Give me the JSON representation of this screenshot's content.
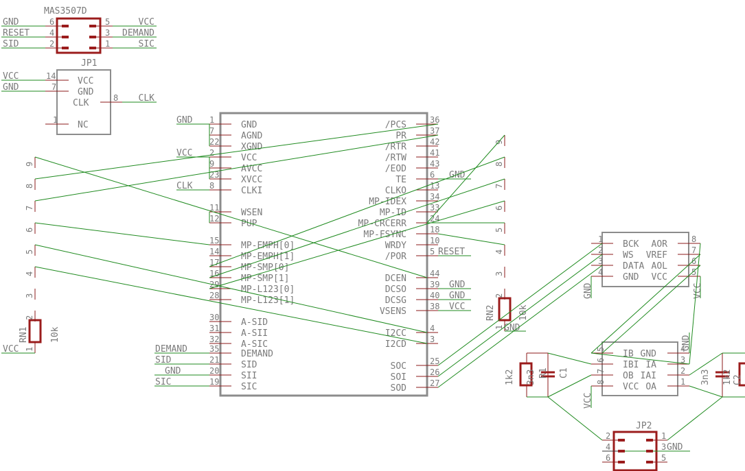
{
  "colors": {
    "wire": "#1e8a1e",
    "pin": "#8b1a1a",
    "body": "#8c8c8c",
    "part": "#9b1c1c",
    "text": "#7a7a7a"
  },
  "mas": {
    "title": "MAS3507D",
    "left": [
      {
        "num": "6",
        "net": "GND"
      },
      {
        "num": "4",
        "net": "RESET"
      },
      {
        "num": "2",
        "net": "SID"
      }
    ],
    "right": [
      {
        "num": "5",
        "net": "VCC"
      },
      {
        "num": "3",
        "net": "DEMAND"
      },
      {
        "num": "1",
        "net": "SIC"
      }
    ]
  },
  "jp1": {
    "title": "JP1",
    "pins": [
      {
        "num": "14",
        "name": "VCC",
        "net": "VCC"
      },
      {
        "num": "7",
        "name": "GND",
        "net": "GND"
      },
      {
        "num": "8",
        "name": "CLK",
        "net": "CLK"
      },
      {
        "num": "1",
        "name": "NC",
        "net": ""
      }
    ]
  },
  "ic": {
    "left": [
      {
        "num": "1",
        "name": "GND",
        "net": "GND"
      },
      {
        "num": "7",
        "name": "AGND",
        "net": ""
      },
      {
        "num": "22",
        "name": "XGND",
        "net": ""
      },
      {
        "num": "2",
        "name": "VCC",
        "net": "VCC"
      },
      {
        "num": "9",
        "name": "AVCC",
        "net": ""
      },
      {
        "num": "23",
        "name": "XVCC",
        "net": ""
      },
      {
        "num": "8",
        "name": "CLKI",
        "net": "CLK"
      },
      {
        "num": "11",
        "name": "WSEN",
        "net": ""
      },
      {
        "num": "12",
        "name": "PUP",
        "net": ""
      },
      {
        "num": "15",
        "name": "MP-EMPH[0]",
        "net": ""
      },
      {
        "num": "14",
        "name": "MP-EMPH[1]",
        "net": ""
      },
      {
        "num": "17",
        "name": "MP-SMP[0]",
        "net": ""
      },
      {
        "num": "16",
        "name": "MP-SMP[1]",
        "net": ""
      },
      {
        "num": "29",
        "name": "MP-L123[0]",
        "net": ""
      },
      {
        "num": "28",
        "name": "MP-L123[1]",
        "net": ""
      },
      {
        "num": "30",
        "name": "A-SID",
        "net": ""
      },
      {
        "num": "31",
        "name": "A-SII",
        "net": ""
      },
      {
        "num": "32",
        "name": "A-SIC",
        "net": ""
      },
      {
        "num": "35",
        "name": "DEMAND",
        "net": "DEMAND"
      },
      {
        "num": "21",
        "name": "SID",
        "net": "SID"
      },
      {
        "num": "20",
        "name": "SII",
        "net": "GND"
      },
      {
        "num": "19",
        "name": "SIC",
        "net": "SIC"
      }
    ],
    "right": [
      {
        "num": "36",
        "name": "/PCS",
        "net": ""
      },
      {
        "num": "37",
        "name": "PR",
        "net": ""
      },
      {
        "num": "42",
        "name": "/RTR",
        "net": ""
      },
      {
        "num": "41",
        "name": "/RTW",
        "net": ""
      },
      {
        "num": "43",
        "name": "/EOD",
        "net": ""
      },
      {
        "num": "6",
        "name": "TE",
        "net": "GND"
      },
      {
        "num": "13",
        "name": "CLKO",
        "net": ""
      },
      {
        "num": "34",
        "name": "MP-IDEX",
        "net": ""
      },
      {
        "num": "33",
        "name": "MP-ID",
        "net": ""
      },
      {
        "num": "24",
        "name": "MP-CRCERR",
        "net": ""
      },
      {
        "num": "18",
        "name": "MP-FSYNC",
        "net": ""
      },
      {
        "num": "10",
        "name": "WRDY",
        "net": ""
      },
      {
        "num": "5",
        "name": "/POR",
        "net": "RESET"
      },
      {
        "num": "44",
        "name": "DCEN",
        "net": ""
      },
      {
        "num": "39",
        "name": "DCSO",
        "net": "GND"
      },
      {
        "num": "40",
        "name": "DCSG",
        "net": "GND"
      },
      {
        "num": "38",
        "name": "VSENS",
        "net": "VCC"
      },
      {
        "num": "4",
        "name": "I2CC",
        "net": ""
      },
      {
        "num": "3",
        "name": "I2CD",
        "net": ""
      },
      {
        "num": "25",
        "name": "SOC",
        "net": ""
      },
      {
        "num": "26",
        "name": "SOI",
        "net": ""
      },
      {
        "num": "27",
        "name": "SOD",
        "net": ""
      }
    ]
  },
  "rn1": {
    "name": "RN1",
    "value": "10k",
    "pins": [
      "9",
      "8",
      "7",
      "6",
      "5",
      "4",
      "3",
      "2",
      "1"
    ],
    "net": "VCC"
  },
  "rn2": {
    "name": "RN2",
    "value": "10k",
    "pins": [
      "9",
      "8",
      "7",
      "6",
      "5",
      "4",
      "3",
      "2",
      "1"
    ],
    "net": "GND"
  },
  "dac": {
    "left": [
      {
        "num": "1",
        "name": "BCK"
      },
      {
        "num": "2",
        "name": "WS"
      },
      {
        "num": "3",
        "name": "DATA"
      },
      {
        "num": "4",
        "name": "GND"
      }
    ],
    "right": [
      {
        "num": "8",
        "name": "AOR"
      },
      {
        "num": "7",
        "name": "VREF"
      },
      {
        "num": "6",
        "name": "AOL"
      },
      {
        "num": "5",
        "name": "VCC"
      }
    ],
    "gnd_net": "GND",
    "vcc_net": "VCC"
  },
  "amp": {
    "left": [
      {
        "num": "5",
        "name": "IB"
      },
      {
        "num": "6",
        "name": "IBI"
      },
      {
        "num": "7",
        "name": "OB"
      },
      {
        "num": "8",
        "name": "VCC"
      }
    ],
    "right": [
      {
        "num": "4",
        "name": "GND"
      },
      {
        "num": "3",
        "name": "IA"
      },
      {
        "num": "2",
        "name": "IAI"
      },
      {
        "num": "1",
        "name": "OA"
      }
    ],
    "gnd_net": "GND",
    "vcc_net": "VCC"
  },
  "r1": {
    "name": "R1",
    "value": "1k2"
  },
  "c1": {
    "name": "C1",
    "value": "3n3"
  },
  "r2": {
    "name": "R2",
    "value": "1k2"
  },
  "c2": {
    "name": "C2",
    "value": "3n3"
  },
  "jp2": {
    "title": "JP2",
    "left": [
      {
        "num": "2"
      },
      {
        "num": "4"
      },
      {
        "num": "6"
      }
    ],
    "right": [
      {
        "num": "1"
      },
      {
        "num": "3",
        "net": "GND"
      },
      {
        "num": "5"
      }
    ]
  }
}
